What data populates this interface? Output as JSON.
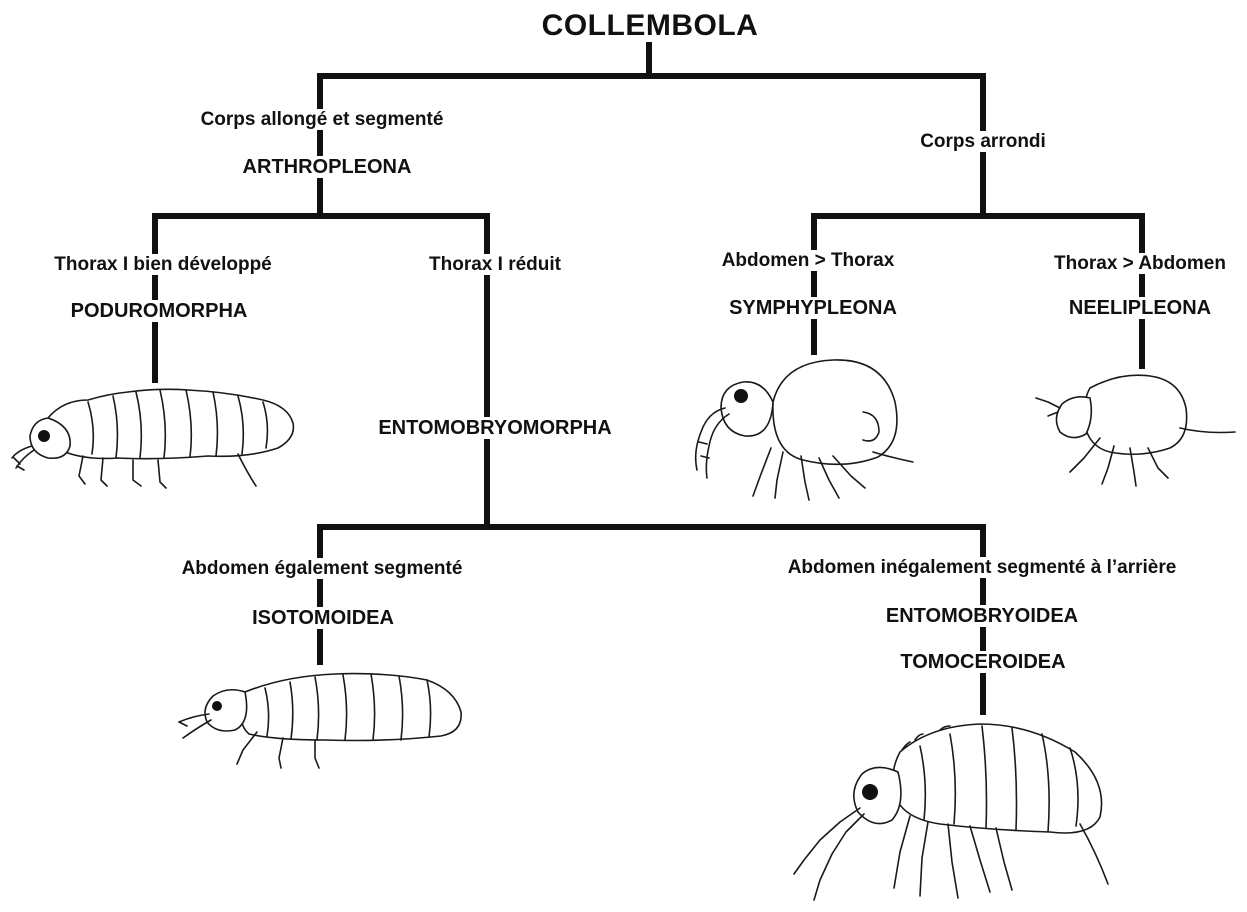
{
  "title": "COLLEMBOLA",
  "branches": {
    "left": {
      "criterion": "Corps allongé et segmenté",
      "taxon": "ARTHROPLEONA",
      "poduro": {
        "criterion": "Thorax I bien développé",
        "taxon": "PODUROMORPHA"
      },
      "entomo": {
        "criterion": "Thorax I réduit",
        "taxon": "ENTOMOBRYOMORPHA",
        "iso": {
          "criterion": "Abdomen également segmenté",
          "taxon": "ISOTOMOIDEA"
        },
        "ento": {
          "criterion": "Abdomen inégalement segmenté à l’arrière",
          "taxon1": "ENTOMOBRYOIDEA",
          "taxon2": "TOMOCEROIDEA"
        }
      }
    },
    "right": {
      "criterion": "Corps arrondi",
      "sym": {
        "criterion": "Abdomen > Thorax",
        "taxon": "SYMPHYPLEONA"
      },
      "neel": {
        "criterion": "Thorax > Abdomen",
        "taxon": "NEELIPLEONA"
      }
    }
  },
  "colors": {
    "line": "#111111",
    "background": "#ffffff"
  }
}
